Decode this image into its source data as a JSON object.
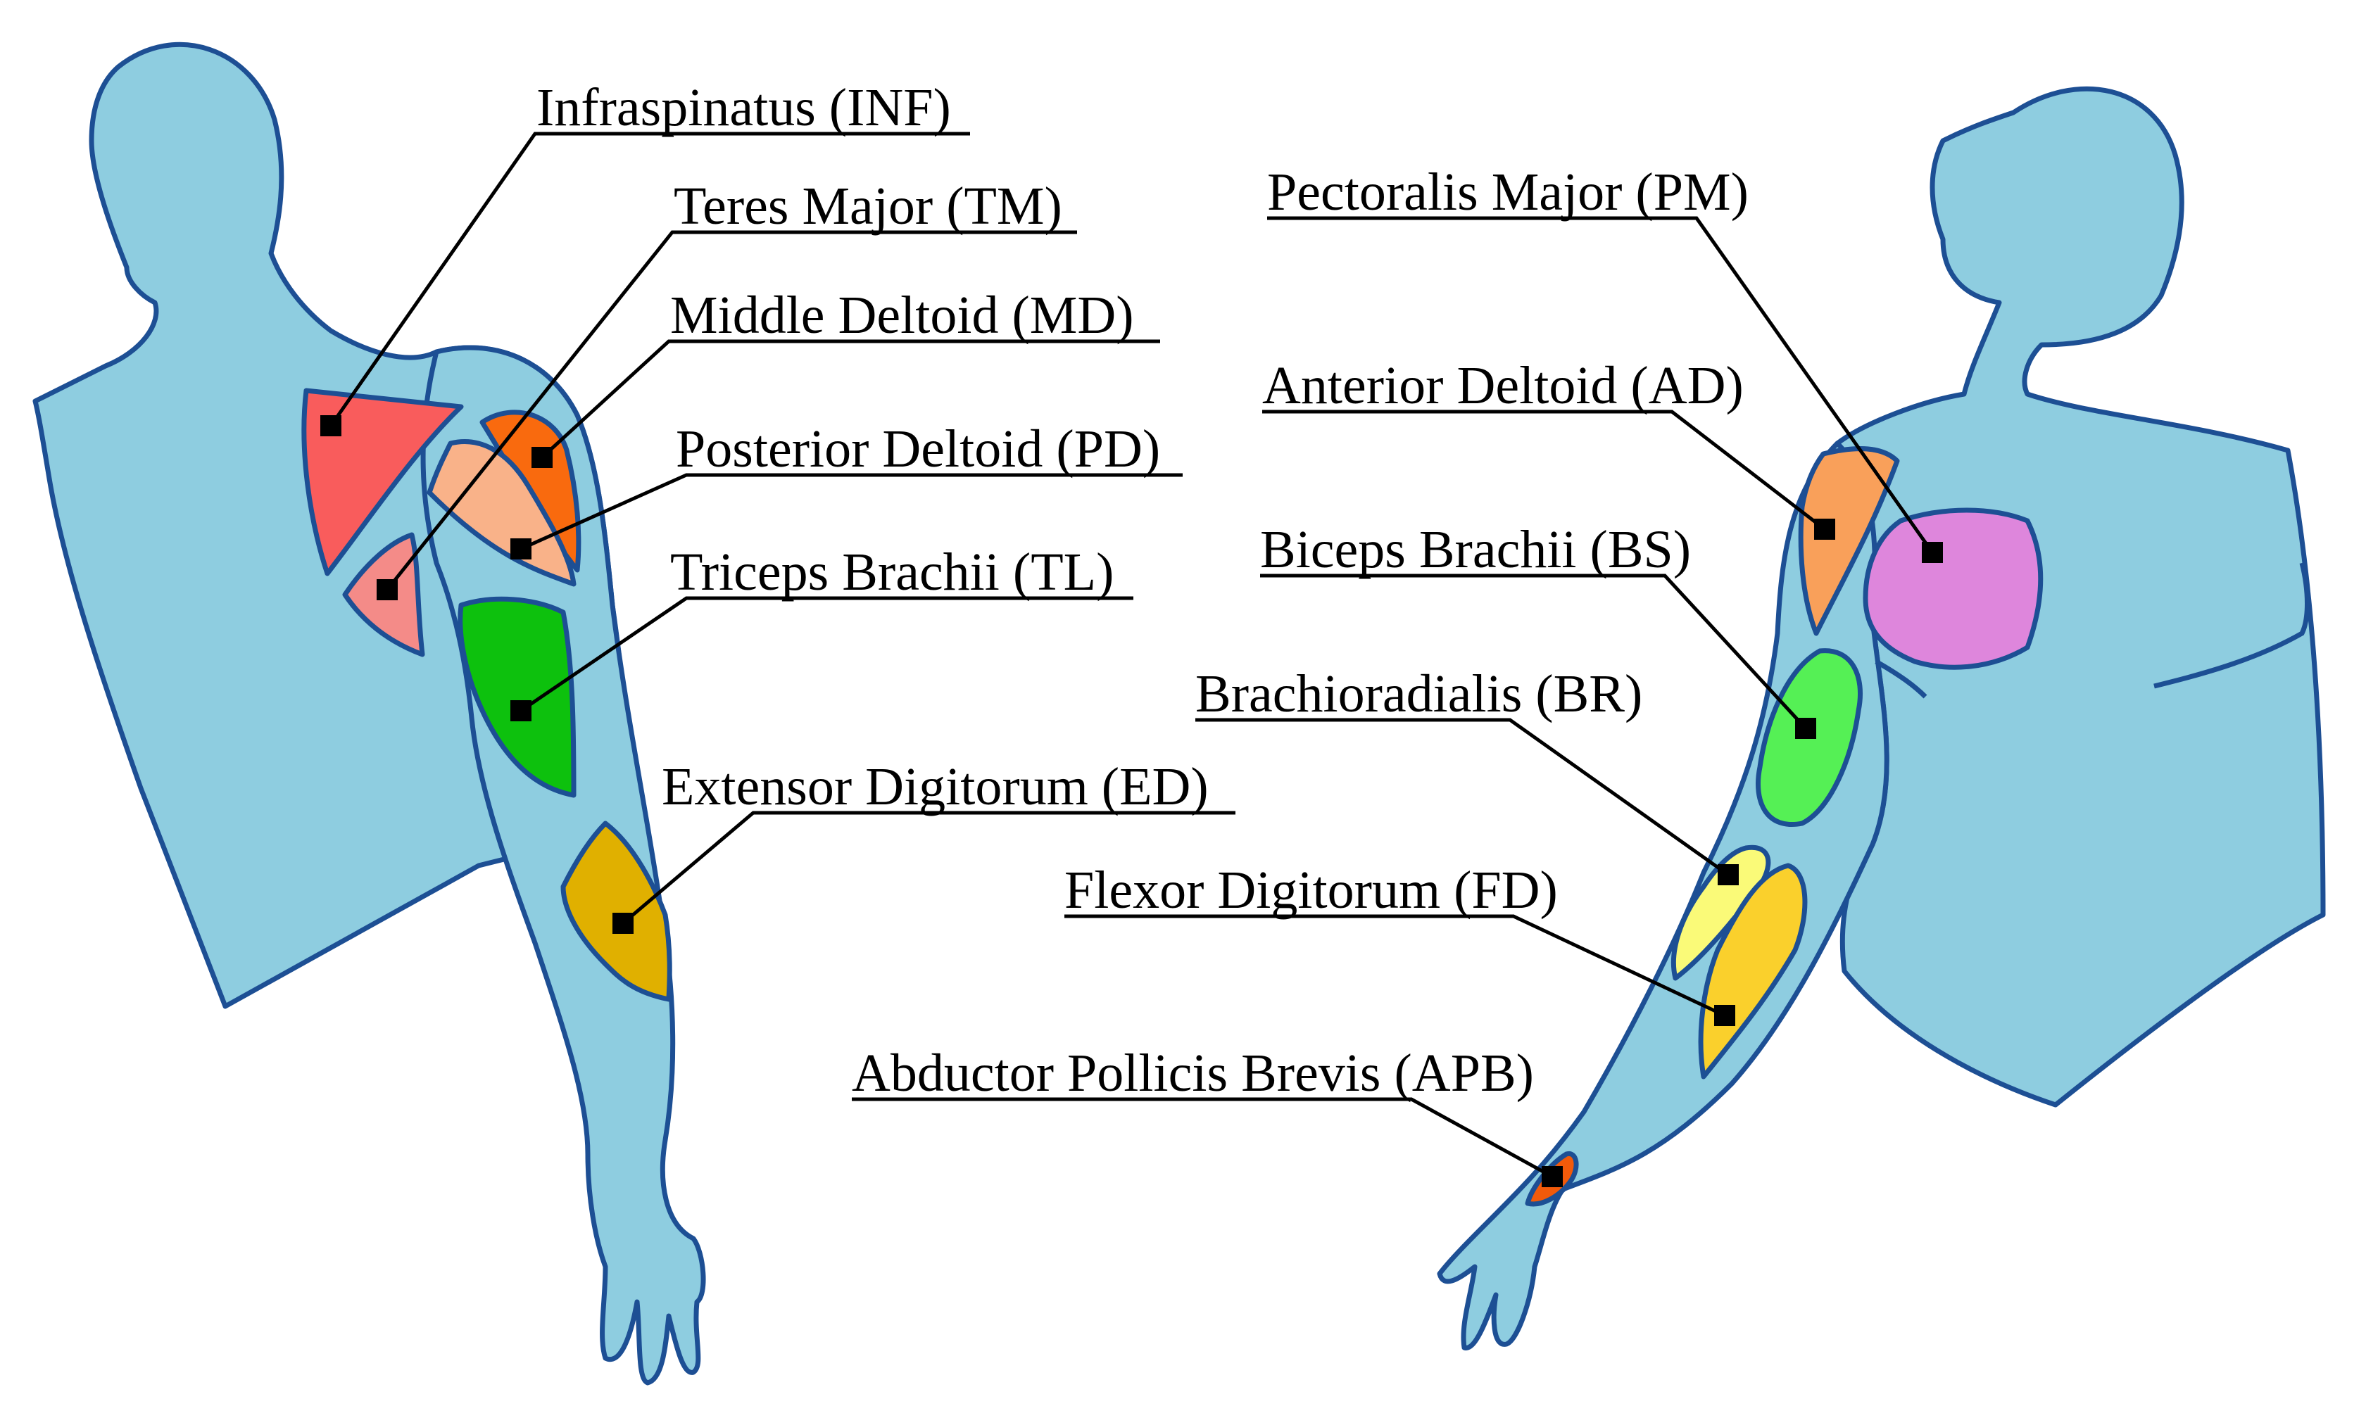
{
  "labels": {
    "inf": "Infraspinatus (INF)",
    "tm": "Teres Major (TM)",
    "md": "Middle Deltoid (MD)",
    "pd": "Posterior Deltoid (PD)",
    "tl": "Triceps Brachii (TL)",
    "ed": "Extensor Digitorum (ED)",
    "pm": "Pectoralis Major (PM)",
    "ad": "Anterior Deltoid (AD)",
    "bs": "Biceps Brachii (BS)",
    "br": "Brachioradialis (BR)",
    "fd": "Flexor Digitorum (FD)",
    "apb": "Abductor Pollicis Brevis (APB)"
  },
  "colors": {
    "body": "#8ecde0",
    "outline": "#1d4f94",
    "inf": "#f95c5c",
    "tm": "#f48b88",
    "md": "#f96a0e",
    "pd": "#f9b289",
    "tl": "#0dc10d",
    "ed": "#e0b000",
    "pm": "#de86dc",
    "ad": "#f9a05a",
    "bs": "#55f055",
    "br": "#fafa78",
    "fd": "#fad02c",
    "apb": "#f25a0a"
  }
}
